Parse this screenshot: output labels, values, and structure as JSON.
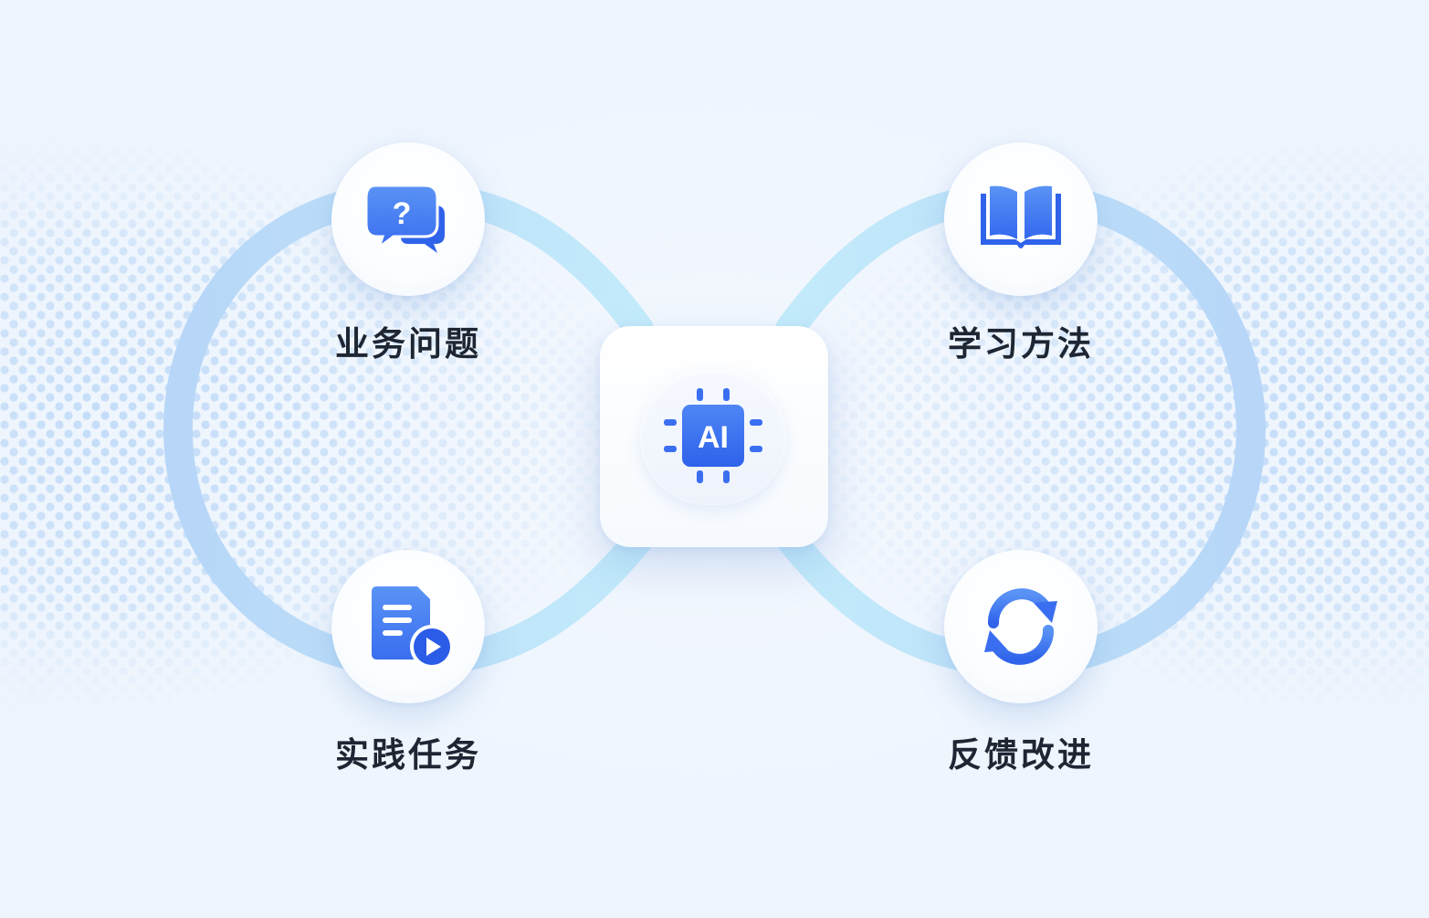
{
  "hub": {
    "label": "AI",
    "icon": "ai-chip-icon"
  },
  "nodes": [
    {
      "key": "business",
      "label": "业务问题",
      "icon": "question-chat-icon"
    },
    {
      "key": "method",
      "label": "学习方法",
      "icon": "open-book-icon"
    },
    {
      "key": "practice",
      "label": "实践任务",
      "icon": "document-play-icon"
    },
    {
      "key": "feedback",
      "label": "反馈改进",
      "icon": "refresh-cycle-icon"
    }
  ],
  "colors": {
    "accent": "#3b6ff0",
    "accent_light": "#5a93f5",
    "accent_deep": "#2b5ce8",
    "loop": "#bfe3fa",
    "label": "#1e2633"
  }
}
